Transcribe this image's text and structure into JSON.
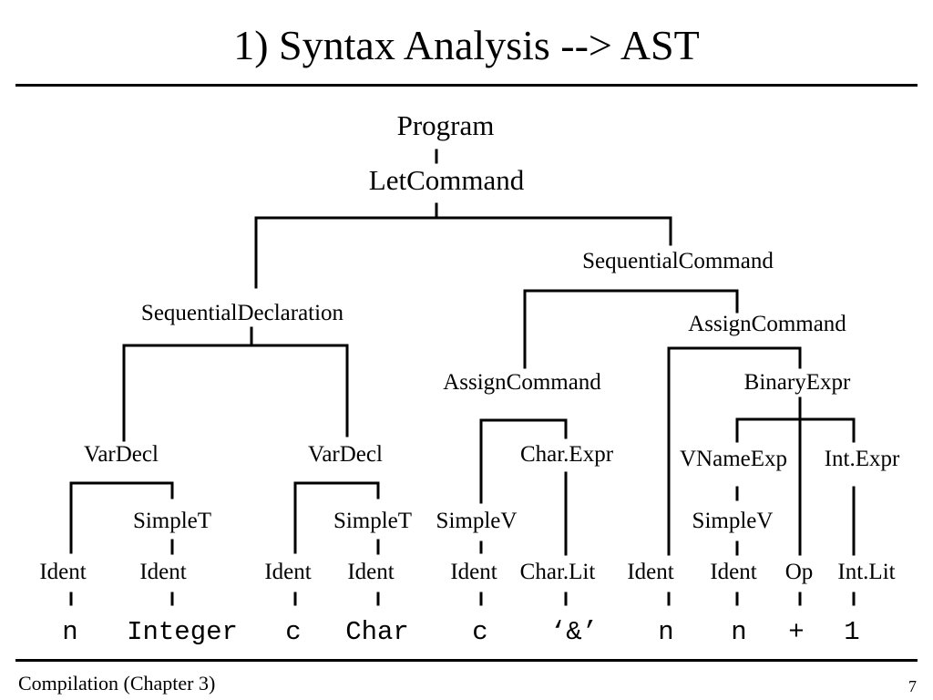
{
  "slide": {
    "title": "1) Syntax Analysis --> AST",
    "footer": "Compilation (Chapter 3)",
    "page_number": "7"
  },
  "tree": {
    "root": "Program",
    "let_command": "LetCommand",
    "seq_decl": "SequentialDeclaration",
    "seq_cmd": "SequentialCommand",
    "vardecl_1": "VarDecl",
    "vardecl_2": "VarDecl",
    "simplet_1": "SimpleT",
    "simplet_2": "SimpleT",
    "assign_1": "AssignCommand",
    "assign_2": "AssignCommand",
    "simplev_1": "SimpleV",
    "char_expr": "Char.Expr",
    "binary_expr": "BinaryExpr",
    "vnameexp": "VNameExp",
    "int_expr": "Int.Expr",
    "simplev_2": "SimpleV"
  },
  "leaves": [
    {
      "label": "Ident",
      "token": "n"
    },
    {
      "label": "Ident",
      "token": "Integer"
    },
    {
      "label": "Ident",
      "token": "c"
    },
    {
      "label": "Ident",
      "token": "Char"
    },
    {
      "label": "Ident",
      "token": "c"
    },
    {
      "label": "Char.Lit",
      "token": "‘&’"
    },
    {
      "label": "Ident",
      "token": "n"
    },
    {
      "label": "Ident",
      "token": "n"
    },
    {
      "label": "Op",
      "token": "+"
    },
    {
      "label": "Int.Lit",
      "token": "1"
    }
  ]
}
